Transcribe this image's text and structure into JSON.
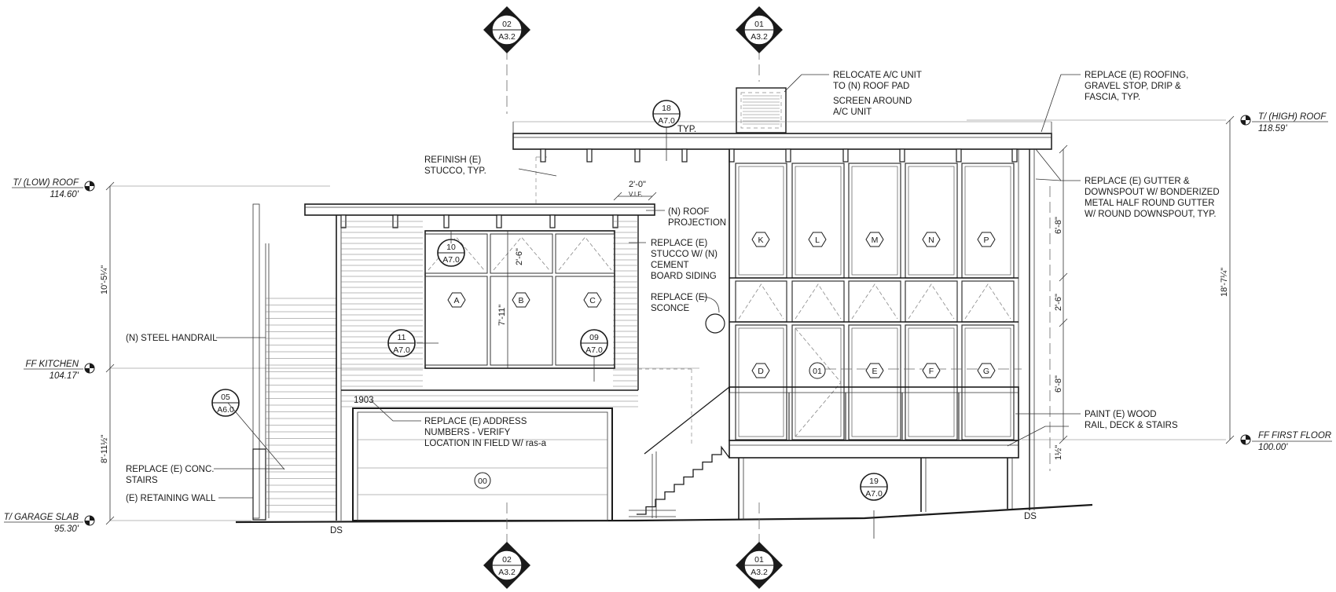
{
  "levels": [
    {
      "id": "high-roof",
      "name": "T/ (HIGH) ROOF",
      "elev": "118.59'"
    },
    {
      "id": "low-roof",
      "name": "T/ (LOW) ROOF",
      "elev": "114.60'"
    },
    {
      "id": "ff-kitchen",
      "name": "FF KITCHEN",
      "elev": "104.17'"
    },
    {
      "id": "ff-first-floor",
      "name": "FF FIRST FLOOR",
      "elev": "100.00'"
    },
    {
      "id": "garage-slab",
      "name": "T/ GARAGE SLAB",
      "elev": "95.30'"
    }
  ],
  "section_markers": [
    {
      "id": "sec-02-top",
      "num": "02",
      "sheet": "A3.2"
    },
    {
      "id": "sec-01-top",
      "num": "01",
      "sheet": "A3.2"
    },
    {
      "id": "sec-02-bottom",
      "num": "02",
      "sheet": "A3.2"
    },
    {
      "id": "sec-01-bottom",
      "num": "01",
      "sheet": "A3.2"
    }
  ],
  "detail_callouts": [
    {
      "id": "d18",
      "num": "18",
      "sheet": "A7.0"
    },
    {
      "id": "d10",
      "num": "10",
      "sheet": "A7.0"
    },
    {
      "id": "d11",
      "num": "11",
      "sheet": "A7.0"
    },
    {
      "id": "d09",
      "num": "09",
      "sheet": "A7.0"
    },
    {
      "id": "d05",
      "num": "05",
      "sheet": "A6.0"
    },
    {
      "id": "d19",
      "num": "19",
      "sheet": "A7.0"
    }
  ],
  "window_tags": [
    "A",
    "B",
    "C",
    "K",
    "L",
    "M",
    "N",
    "P",
    "D",
    "01",
    "E",
    "F",
    "G",
    "00"
  ],
  "notes": {
    "relocate_ac": [
      "RELOCATE A/C UNIT",
      "TO (N) ROOF PAD"
    ],
    "screen_ac": [
      "SCREEN AROUND",
      "A/C UNIT"
    ],
    "replace_roofing": [
      "REPLACE (E) ROOFING,",
      "GRAVEL STOP, DRIP &",
      "FASCIA, TYP."
    ],
    "typ": "TYP.",
    "refinish_stucco": [
      "REFINISH (E)",
      "STUCCO, TYP."
    ],
    "roof_projection": [
      "(N) ROOF",
      "PROJECTION"
    ],
    "replace_stucco": [
      "REPLACE (E)",
      "STUCCO W/ (N)",
      "CEMENT",
      "BOARD SIDING"
    ],
    "replace_sconce": [
      "REPLACE (E)",
      "SCONCE"
    ],
    "replace_gutter": [
      "REPLACE (E) GUTTER &",
      "DOWNSPOUT W/ BONDERIZED",
      "METAL HALF ROUND GUTTER",
      "W/ ROUND DOWNSPOUT, TYP."
    ],
    "steel_handrail": "(N) STEEL HANDRAIL",
    "address_number": "1903",
    "replace_address": [
      "REPLACE (E) ADDRESS",
      "NUMBERS - VERIFY",
      "LOCATION IN FIELD W/ ras-a"
    ],
    "paint_wood": [
      "PAINT (E) WOOD",
      "RAIL, DECK & STAIRS"
    ],
    "conc_stairs": [
      "REPLACE (E) CONC.",
      "STAIRS"
    ],
    "retaining_wall": "(E) RETAINING WALL",
    "ds_left": "DS",
    "ds_right": "DS"
  },
  "dimensions": {
    "overhang": "2'-0\"",
    "vif": "V.I.F.",
    "transom_left": "2'-6\"",
    "kitchen_window": "7'-11\"",
    "upper_glazing": "6'-8\"",
    "transom_right": "2'-6\"",
    "lower_glazing": "6'-8\"",
    "deck": "1½\"",
    "overall_height": "18'-7¼\"",
    "kitchen_to_low_roof": "10'-5¼\"",
    "slab_to_kitchen": "8'-11½\""
  }
}
